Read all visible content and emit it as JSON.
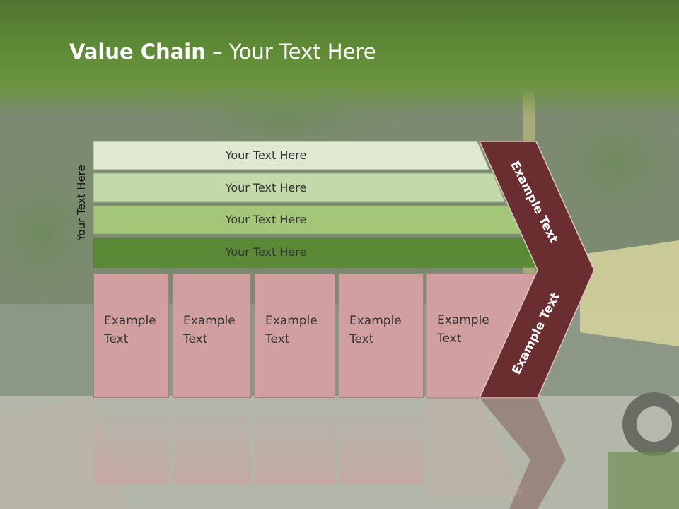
{
  "title": {
    "bold": "Value Chain",
    "rest": " – Your Text Here"
  },
  "side_label": "Your Text Here",
  "bars": [
    {
      "label": "Your Text Here",
      "color": "#dfe9d2"
    },
    {
      "label": "Your Text Here",
      "color": "#c3d9a9"
    },
    {
      "label": "Your Text Here",
      "color": "#a3c679"
    },
    {
      "label": "Your Text Here",
      "color": "#5b8a36"
    }
  ],
  "boxes": [
    {
      "line1": "Example",
      "line2": "Text"
    },
    {
      "line1": "Example",
      "line2": "Text"
    },
    {
      "line1": "Example",
      "line2": "Text"
    },
    {
      "line1": "Example",
      "line2": "Text"
    },
    {
      "line1": "Example",
      "line2": "Text"
    }
  ],
  "chevron_top": "Example Text",
  "chevron_bottom": "Example Text",
  "colors": {
    "chevron": "#6b2e30",
    "box": "#d29fa0",
    "header": "#5e8a36"
  }
}
